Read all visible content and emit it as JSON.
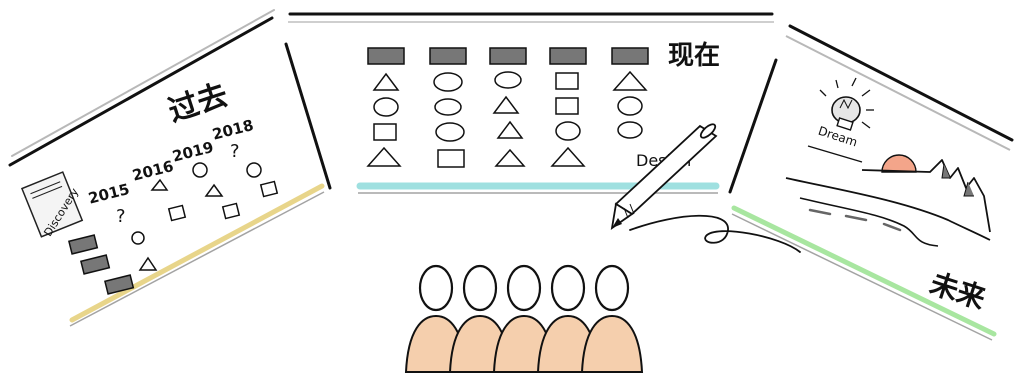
{
  "past_panel": {
    "title": "过去",
    "discovery_label": "Discovery",
    "years": [
      "2015",
      "2016",
      "2019",
      "2018"
    ],
    "question_marks": [
      "?",
      "?"
    ],
    "accent_color": "#e8d58a"
  },
  "present_panel": {
    "title": "现在",
    "design_label": "Design",
    "accent_color": "#9fe0e0"
  },
  "future_panel": {
    "title": "未来",
    "dream_label": "Dream",
    "accent_color": "#a8e6a0"
  },
  "audience": {
    "count": 5,
    "body_color": "#f5cfad"
  }
}
